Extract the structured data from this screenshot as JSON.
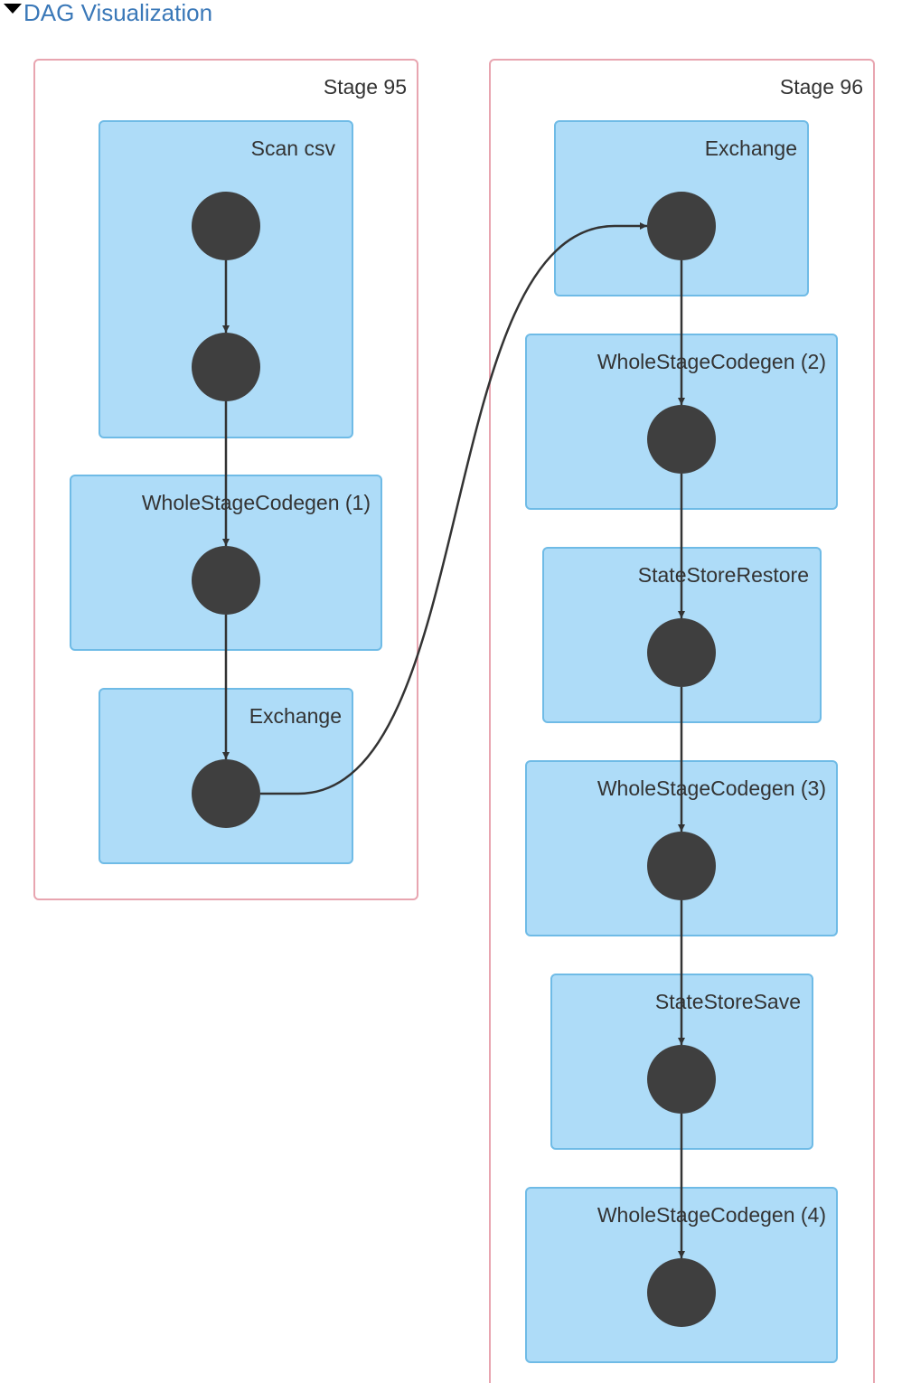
{
  "header": {
    "title": "DAG Visualization",
    "toggle_icon": "triangle-down-icon"
  },
  "stages": [
    {
      "label": "Stage 95",
      "clusters": [
        {
          "label": "Scan csv",
          "nodes": 2
        },
        {
          "label": "WholeStageCodegen (1)",
          "nodes": 1
        },
        {
          "label": "Exchange",
          "nodes": 1
        }
      ]
    },
    {
      "label": "Stage 96",
      "clusters": [
        {
          "label": "Exchange",
          "nodes": 1
        },
        {
          "label": "WholeStageCodegen (2)",
          "nodes": 1
        },
        {
          "label": "StateStoreRestore",
          "nodes": 1
        },
        {
          "label": "WholeStageCodegen (3)",
          "nodes": 1
        },
        {
          "label": "StateStoreSave",
          "nodes": 1
        },
        {
          "label": "WholeStageCodegen (4)",
          "nodes": 1
        }
      ]
    }
  ],
  "colors": {
    "stage_border": "#e8a5b0",
    "cluster_fill": "#aedcf8",
    "cluster_border": "#6fbbe6",
    "node_fill": "#3f3f3f",
    "header_link": "#3a78b8"
  }
}
